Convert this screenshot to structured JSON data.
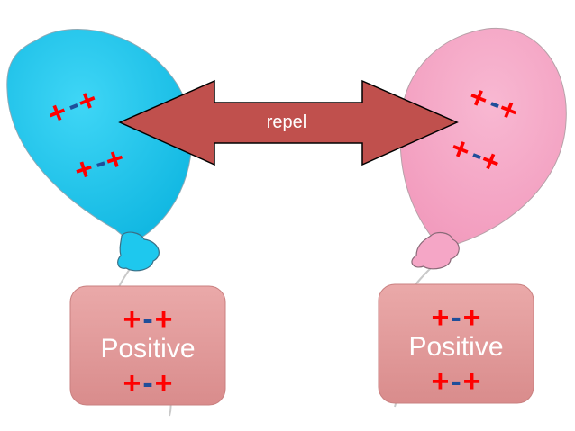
{
  "arrow": {
    "label": "repel",
    "fill": "#c0504d",
    "stroke": "#000000"
  },
  "balloons": [
    {
      "color": "#1ec8ee",
      "charges": [
        {
          "plus1": "+",
          "minus": "-",
          "plus2": "+"
        },
        {
          "plus1": "+",
          "minus": "-",
          "plus2": "+"
        }
      ],
      "box": {
        "label": "Positive",
        "top": {
          "plus1": "+",
          "minus": "-",
          "plus2": "+"
        },
        "bottom": {
          "plus1": "+",
          "minus": "-",
          "plus2": "+"
        }
      }
    },
    {
      "color": "#f5a6c6",
      "charges": [
        {
          "plus1": "+",
          "minus": "-",
          "plus2": "+"
        },
        {
          "plus1": "+",
          "minus": "-",
          "plus2": "+"
        }
      ],
      "box": {
        "label": "Positive",
        "top": {
          "plus1": "+",
          "minus": "-",
          "plus2": "+"
        },
        "bottom": {
          "plus1": "+",
          "minus": "-",
          "plus2": "+"
        }
      }
    }
  ],
  "colors": {
    "plus": "#ff0000",
    "minus": "#1f4e9a",
    "box_fill": "#e39a9a",
    "box_text": "#ffffff"
  }
}
